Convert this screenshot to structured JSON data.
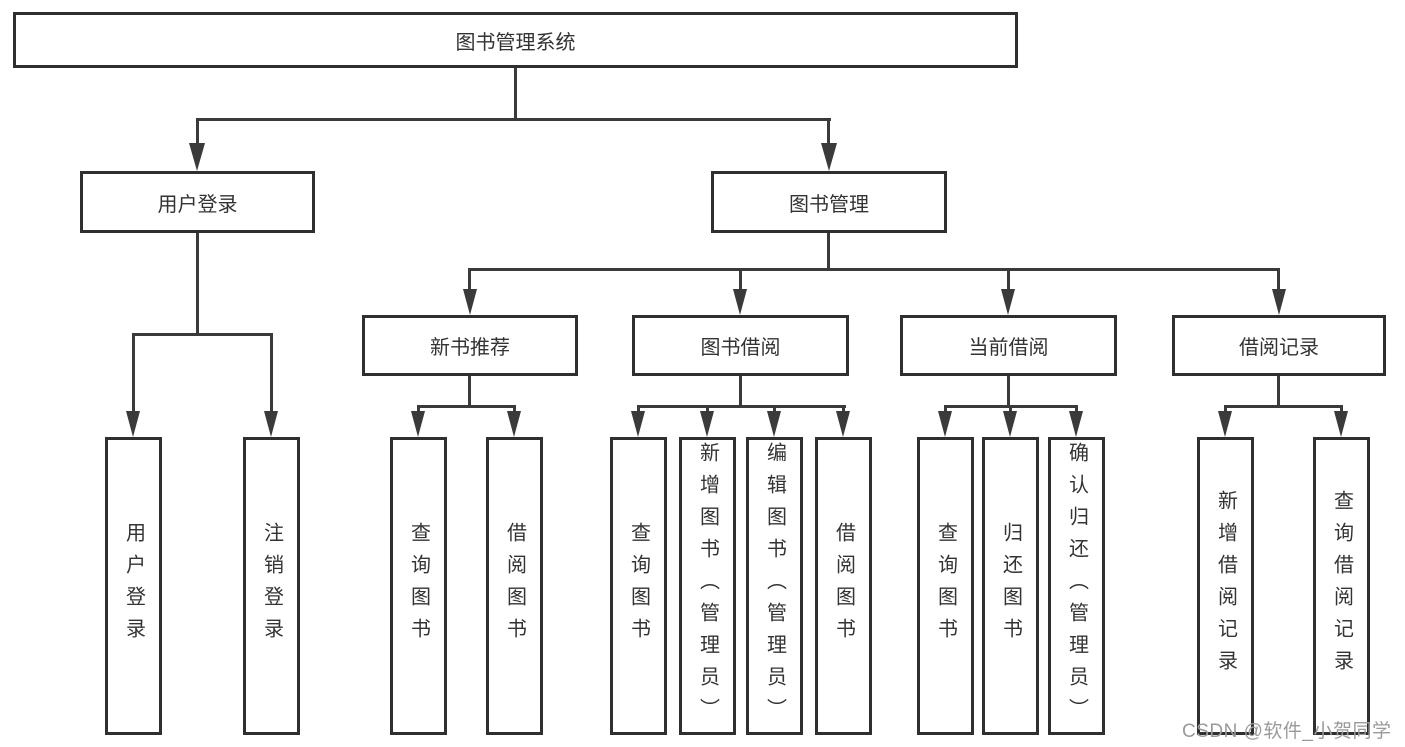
{
  "nodes": {
    "root": "图书管理系统",
    "user_login": "用户登录",
    "book_mgmt": "图书管理",
    "new_book_rec": "新书推荐",
    "book_borrow": "图书借阅",
    "current_borrow": "当前借阅",
    "borrow_records": "借阅记录"
  },
  "leaves": {
    "user_login": [
      "用户登录",
      "注销登录"
    ],
    "new_book_rec": [
      "查询图书",
      "借阅图书"
    ],
    "book_borrow": [
      "查询图书",
      "新增图书（管理员）",
      "编辑图书（管理员）",
      "借阅图书"
    ],
    "current_borrow": [
      "查询图书",
      "归还图书",
      "确认归还（管理员）"
    ],
    "borrow_records": [
      "新增借阅记录",
      "查询借阅记录"
    ]
  },
  "watermark": "CSDN @软件_小贺同学",
  "colors": {
    "background": "#ffffff",
    "line": "#3a3a3a",
    "box_border": "#2f2f2f",
    "text": "#333333",
    "watermark": "#9a9a9a"
  }
}
